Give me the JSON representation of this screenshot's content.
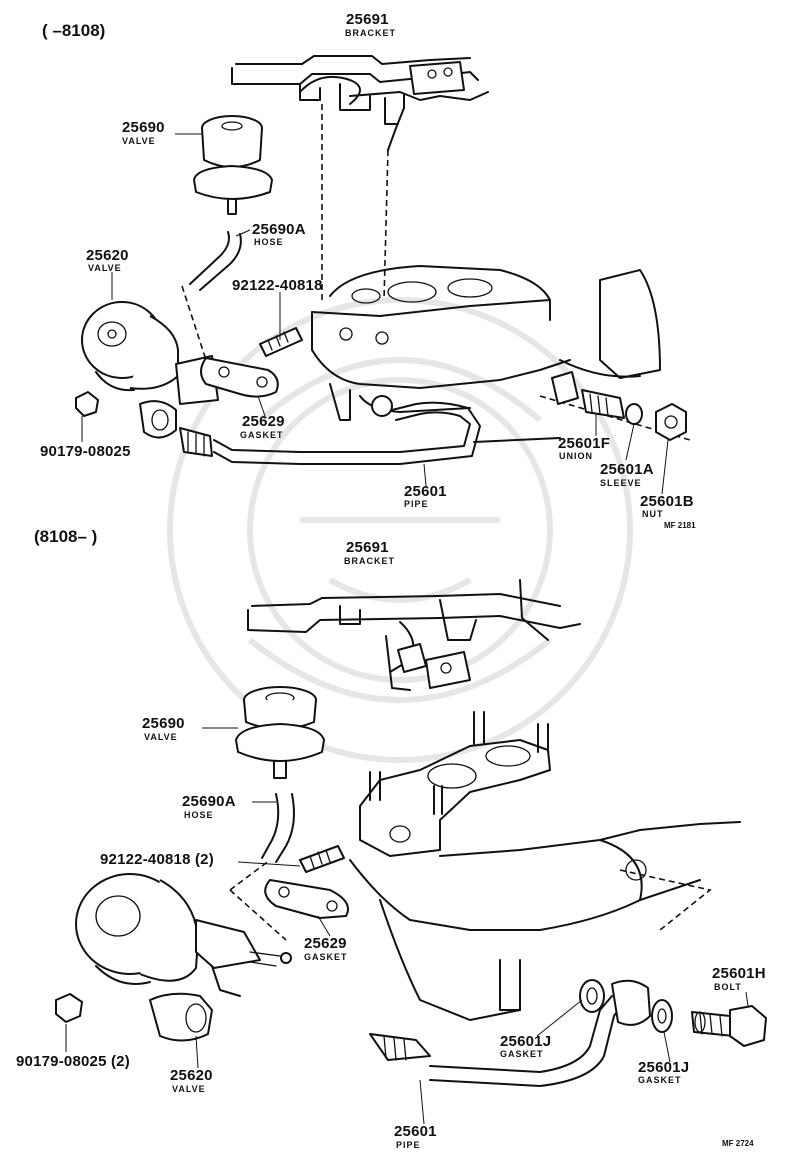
{
  "sections": {
    "top": {
      "header": "(        –8108)",
      "code": "MF 2181"
    },
    "bottom": {
      "header": "(8108–        )",
      "code": "MF 2724"
    }
  },
  "top_labels": {
    "bracket_num": "25691",
    "bracket_name": "BRACKET",
    "valve_num": "25690",
    "valve_name": "VALVE",
    "hose_num": "25690A",
    "hose_name": "HOSE",
    "valve2_num": "25620",
    "valve2_name": "VALVE",
    "stud_num": "92122-40818",
    "gasket_num": "25629",
    "gasket_name": "GASKET",
    "nut_num": "90179-08025",
    "union_num": "25601F",
    "union_name": "UNION",
    "sleeve_num": "25601A",
    "sleeve_name": "SLEEVE",
    "pipe_num": "25601",
    "pipe_name": "PIPE",
    "nutb_num": "25601B",
    "nutb_name": "NUT"
  },
  "bottom_labels": {
    "bracket_num": "25691",
    "bracket_name": "BRACKET",
    "valve_num": "25690",
    "valve_name": "VALVE",
    "hose_num": "25690A",
    "hose_name": "HOSE",
    "stud_num": "92122-40818 (2)",
    "gasket_num": "25629",
    "gasket_name": "GASKET",
    "bolt_num": "25601H",
    "bolt_name": "BOLT",
    "gasketj1_num": "25601J",
    "gasketj1_name": "GASKET",
    "gasketj2_num": "25601J",
    "gasketj2_name": "GASKET",
    "nut_num": "90179-08025 (2)",
    "valve2_num": "25620",
    "valve2_name": "VALVE",
    "pipe_num": "25601",
    "pipe_name": "PIPE"
  }
}
